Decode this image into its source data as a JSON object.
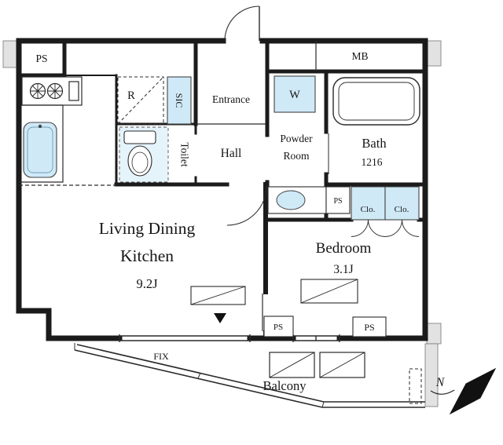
{
  "meta": {
    "type": "apartment-floor-plan"
  },
  "rooms": {
    "ldk_line1": "Living Dining",
    "ldk_line2": "Kitchen",
    "ldk_size": "9.2J",
    "bedroom": "Bedroom",
    "bedroom_size": "3.1J",
    "entrance": "Entrance",
    "hall": "Hall",
    "toilet": "Toilet",
    "powder_line1": "Powder",
    "powder_line2": "Room",
    "bath": "Bath",
    "bath_size": "1216",
    "balcony": "Balcony"
  },
  "fixtures": {
    "refrigerator": "R",
    "shoe_closet": "SIC",
    "washer": "W",
    "closet_left": "Clo.",
    "closet_right": "Clo.",
    "fix_window": "FIX"
  },
  "service": {
    "ps_top_left": "PS",
    "ps_bath_side": "PS",
    "ps_bottom_center": "PS",
    "ps_bottom_right": "PS",
    "meter_box": "MB"
  },
  "compass": {
    "north": "N"
  },
  "colors": {
    "wall": "#1b1b1b",
    "fixture_fill": "#cfe9f7",
    "exterior_gray": "#e2e2e2",
    "line": "#2a2a2a"
  }
}
